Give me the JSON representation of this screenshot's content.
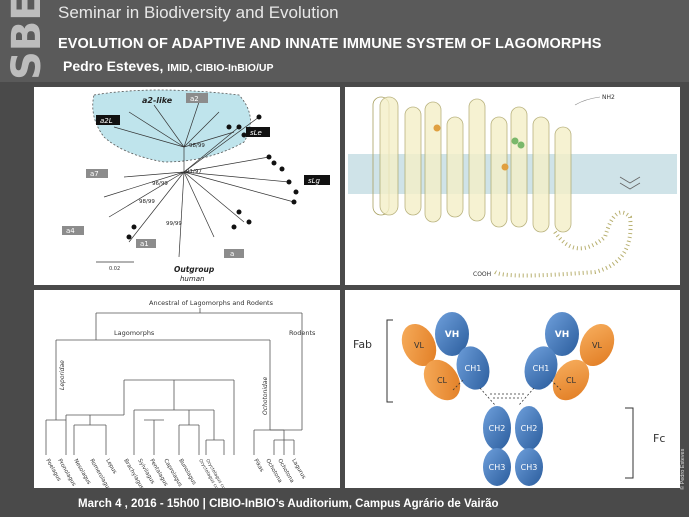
{
  "logo": {
    "text": "SBE"
  },
  "header": {
    "series": "Seminar in Biodiversity and Evolution",
    "title": "EVOLUTION OF ADAPTIVE AND INNATE IMMUNE SYSTEM OF LAGOMORPHS",
    "speaker_name": "Pedro Esteves,",
    "speaker_affiliation": "IMID, CIBIO-InBIO/UP"
  },
  "tree_panel": {
    "labels": [
      "a2-like",
      "a2",
      "a2L",
      "sLe",
      "sLg",
      "a7",
      "a4",
      "a1",
      "a",
      "Outgroup",
      "human"
    ],
    "support_values": [
      "98/99",
      "91/97",
      "96/99",
      "98/99",
      "99/99"
    ],
    "scale": "0.02"
  },
  "receptor_panel": {
    "n_terminus": "NH2",
    "c_terminus": "COOH"
  },
  "phylogeny_panel": {
    "root": "Ancestral of Lagomorphs and Rodents",
    "clades": [
      "Lagomorphs",
      "Rodents"
    ],
    "families": [
      "Leporidae",
      "Ochotonidae"
    ],
    "taxa": [
      "Poelagus",
      "Pronolagus",
      "Nesolagus",
      "Romerolagus",
      "Lepus",
      "Brachylagus",
      "Sylvilagus",
      "Pentalagus",
      "Caprolagus",
      "Bunolagus",
      "Oryctolagus cuniculus algirus",
      "Oryctolagus cuniculus cuniculus",
      "Pikas",
      "Ochotona",
      "Ochotona",
      "Lagurus"
    ]
  },
  "antibody_panel": {
    "fab_label": "Fab",
    "fc_label": "Fc",
    "domains": {
      "vh": "VH",
      "vl": "VL",
      "ch1": "CH1",
      "cl": "CL",
      "ch2": "CH2",
      "ch3": "CH3"
    },
    "colors": {
      "heavy": "#3f74b8",
      "light": "#ef8a2e"
    }
  },
  "footer": {
    "text": "March 4 , 2016 - 15h00 | CIBIO-InBIO’s Auditorium, Campus Agrário de Vairão"
  },
  "copyright": "© Pedro Esteves"
}
